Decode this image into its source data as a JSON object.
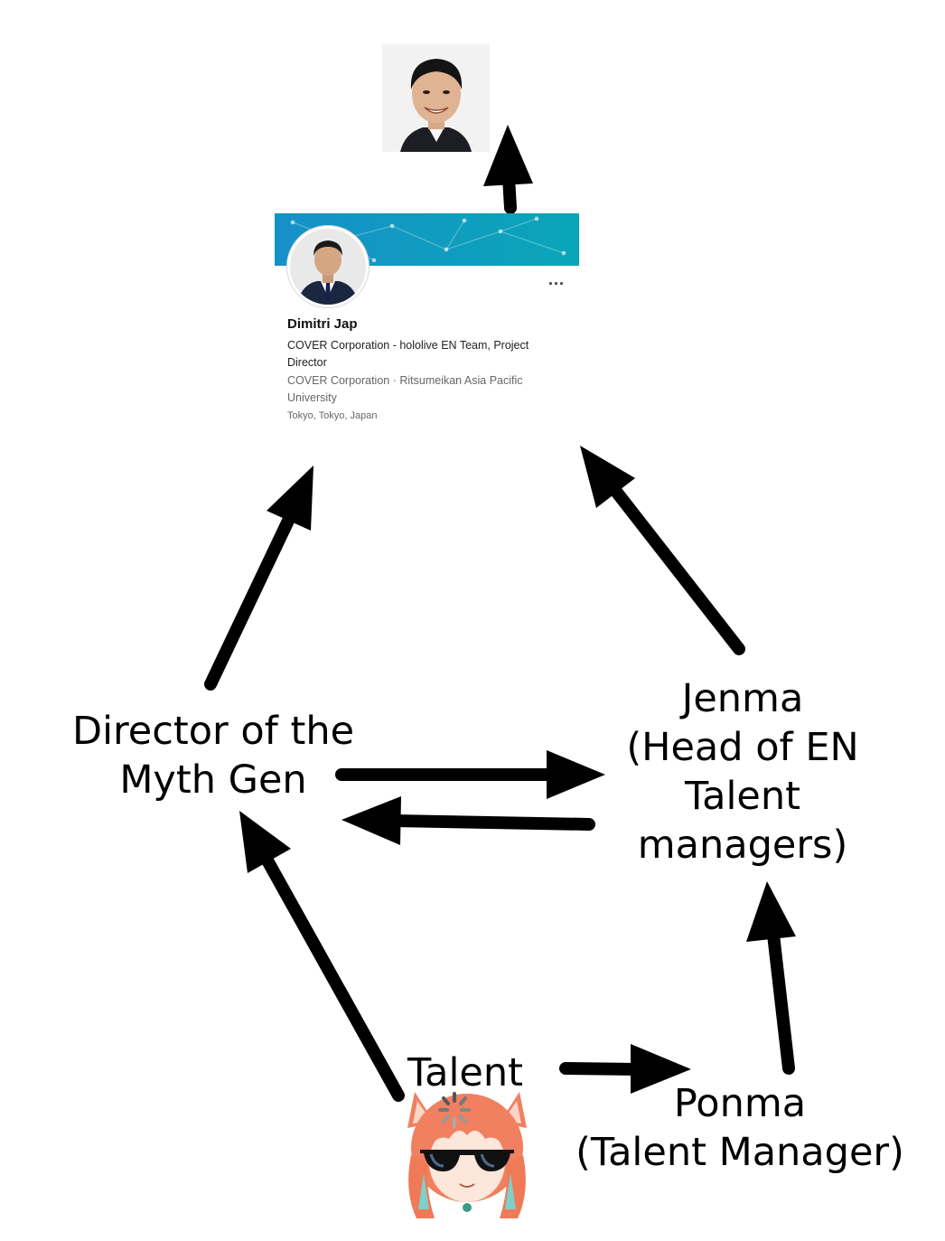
{
  "nodes": {
    "director": {
      "lines": [
        "Director of the",
        "Myth Gen"
      ]
    },
    "jenma": {
      "lines": [
        "Jenma",
        "(Head of EN",
        "Talent",
        "managers)"
      ]
    },
    "talent": {
      "lines": [
        "Talent"
      ]
    },
    "ponma": {
      "lines": [
        "Ponma",
        "(Talent Manager)"
      ]
    }
  },
  "profile_card": {
    "name": "Dimitri Jap",
    "headline": "COVER Corporation - hololive EN Team, Project Director",
    "organizations": "COVER Corporation · Ritsumeikan Asia Pacific University",
    "location": "Tokyo, Tokyo, Japan",
    "more_menu": "..."
  },
  "images": {
    "top_photo": "person-photo",
    "card_avatar": "person-in-suit-photo",
    "talent_avatar": "anime-fox-girl-with-sunglasses"
  },
  "colors": {
    "arrow": "#000000",
    "banner_start": "#1690c8",
    "banner_end": "#0aa6b8",
    "hair": "#f08060"
  }
}
